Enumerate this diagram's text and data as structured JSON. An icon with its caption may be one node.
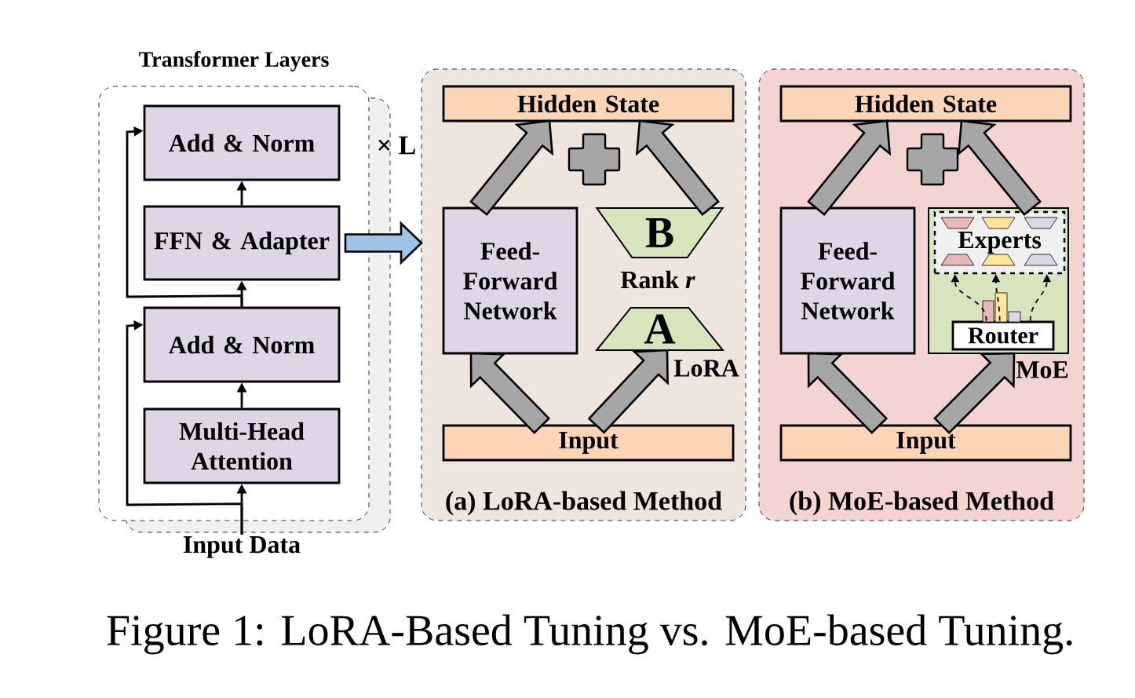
{
  "diagram": {
    "caption": "Figure 1: LoRA-Based Tuning vs. MoE-based Tuning.",
    "nodes": [
      {
        "text": [
          "Transformer Layers"
        ],
        "beside": [
          "× L"
        ]
      },
      {
        "text": [
          "Add & Norm"
        ],
        "in": 0
      },
      {
        "text": [
          "FFN & Adapter"
        ],
        "in": 0
      },
      {
        "text": [
          "Add & Norm"
        ],
        "in": 0
      },
      {
        "text": [
          "Multi-Head Attention"
        ],
        "in": 0
      },
      {
        "text": [
          "Input Data"
        ]
      },
      {
        "text": [
          "(a)  LoRA-based Method"
        ]
      },
      {
        "text": [
          "Hidden State"
        ],
        "in": 6
      },
      {
        "text": [
          "Feed-Forward Network"
        ],
        "in": 6
      },
      {
        "text": [
          "B"
        ],
        "in": 6
      },
      {
        "text": [
          "A"
        ],
        "in": 6
      },
      {
        "text": [
          "Input"
        ],
        "in": 6
      },
      {
        "text": [
          "(b)  MoE-based Method"
        ]
      },
      {
        "text": [
          "Hidden State"
        ],
        "in": 12
      },
      {
        "text": [
          "Feed-Forward Network"
        ],
        "in": 12
      },
      {
        "text": [
          "MoE"
        ],
        "in": 12
      },
      {
        "text": [
          "Experts"
        ],
        "in": 15
      },
      {
        "text": [
          "Router"
        ],
        "in": 15
      },
      {
        "text": [
          "Input"
        ],
        "in": 12
      }
    ],
    "edges": [
      {
        "from": 5,
        "to": 4,
        "arrow": "to"
      },
      {
        "from": 4,
        "to": 3,
        "arrow": "to"
      },
      {
        "from": 3,
        "to": 2,
        "arrow": "to"
      },
      {
        "from": 2,
        "to": 1,
        "arrow": "to"
      },
      {
        "from": 5,
        "to": 3,
        "arrow": "to"
      },
      {
        "from": 3,
        "to": 1,
        "arrow": "to"
      },
      {
        "from": 2,
        "to": 6,
        "arrow": "to",
        "style": "thick",
        "color": "#9dc3e6"
      },
      {
        "from": 11,
        "to": 8,
        "arrow": "to",
        "style": "thick",
        "color": "#a6a6a6"
      },
      {
        "from": 11,
        "to": 10,
        "arrow": "to",
        "style": "thick",
        "color": "#a6a6a6"
      },
      {
        "from": 8,
        "to": 7,
        "arrow": "to",
        "style": "thick",
        "color": "#a6a6a6"
      },
      {
        "from": 9,
        "to": 7,
        "arrow": "to",
        "style": "thick",
        "color": "#a6a6a6"
      },
      {
        "from": 18,
        "to": 14,
        "arrow": "to",
        "style": "thick",
        "color": "#a6a6a6"
      },
      {
        "from": 18,
        "to": 15,
        "arrow": "to",
        "style": "thick",
        "color": "#a6a6a6"
      },
      {
        "from": 14,
        "to": 13,
        "arrow": "to",
        "style": "thick",
        "color": "#a6a6a6"
      },
      {
        "from": 15,
        "to": 13,
        "arrow": "to",
        "style": "thick",
        "color": "#a6a6a6"
      },
      {
        "from": 17,
        "to": 16,
        "arrow": "to",
        "style": "dashed"
      },
      {
        "from": 17,
        "to": 16,
        "arrow": "to",
        "style": "dashed"
      },
      {
        "from": 17,
        "to": 16,
        "arrow": "to",
        "style": "dashed"
      }
    ],
    "labels": [
      "Rank *r*",
      "LoRA"
    ]
  }
}
